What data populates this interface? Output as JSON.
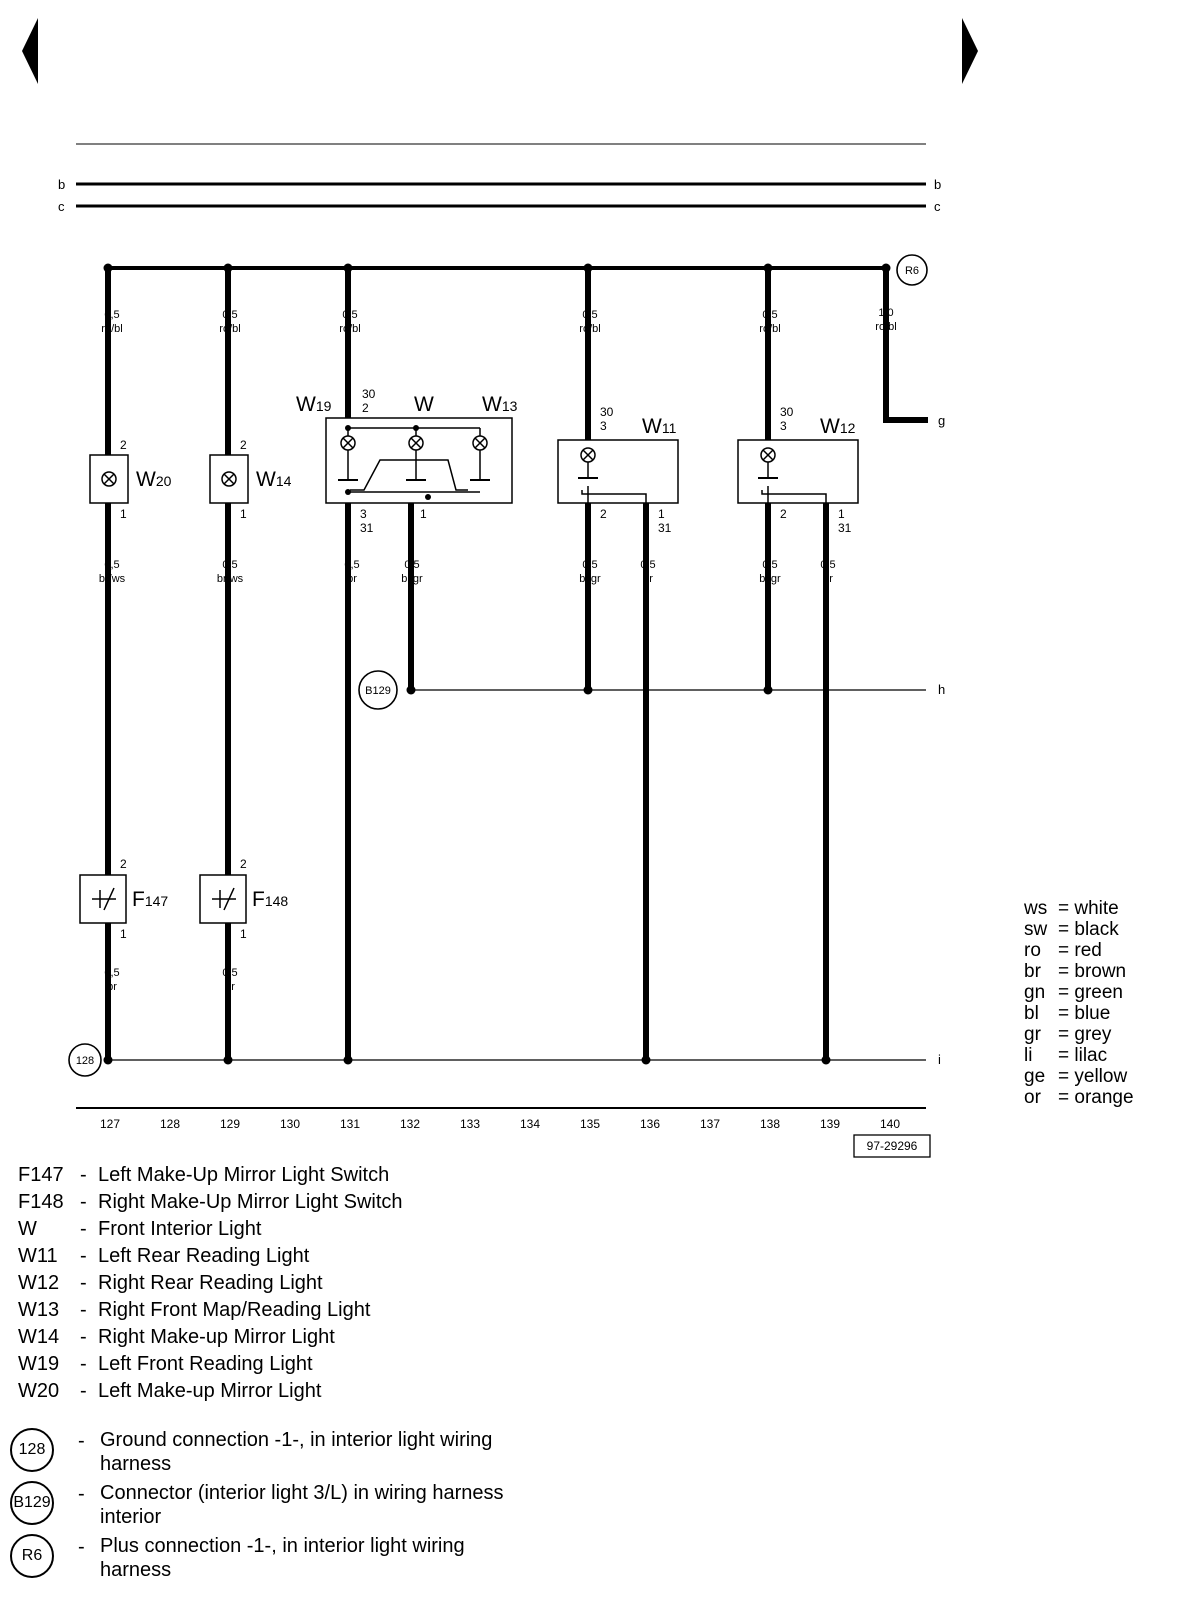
{
  "header": {
    "prev_arrow_icon": "triangle-left-icon",
    "next_arrow_icon": "triangle-right-icon"
  },
  "edges": {
    "b": "b",
    "c": "c",
    "g": "g",
    "h": "h",
    "i": "i"
  },
  "wires": {
    "w127_top": [
      "0,5",
      "ro/bl"
    ],
    "w129_top": [
      "0,5",
      "ro/bl"
    ],
    "w131_top": [
      "0,5",
      "ro/bl"
    ],
    "w135_top": [
      "0,5",
      "ro/bl"
    ],
    "w138_top": [
      "0,5",
      "ro/bl"
    ],
    "w140_top": [
      "1,0",
      "ro/bl"
    ],
    "w127_mid": [
      "0,5",
      "br/ws"
    ],
    "w129_mid": [
      "0,5",
      "br/ws"
    ],
    "w131_mid": [
      "0,5",
      "br"
    ],
    "w132_mid": [
      "0,5",
      "bl/gr"
    ],
    "w135_mid": [
      "0,5",
      "bl/gr"
    ],
    "w136_mid": [
      "0,5",
      "br"
    ],
    "w138_mid": [
      "0,5",
      "bl/gr"
    ],
    "w139_mid": [
      "0,5",
      "br"
    ],
    "w127_bot": [
      "0,5",
      "br"
    ],
    "w129_bot": [
      "0,5",
      "br"
    ]
  },
  "pins": {
    "W20_top": "2",
    "W20_bot": "1",
    "W14_top": "2",
    "W14_bot": "1",
    "F147_top": "2",
    "F147_bot": "1",
    "F148_top": "2",
    "F148_bot": "1",
    "W19_top_a": "30",
    "W19_top_b": "2",
    "W19_bot_a": "3",
    "W19_bot_b": "31",
    "W_bot": "1",
    "W11_top_a": "30",
    "W11_top_b": "3",
    "W11_bot_left": "2",
    "W11_bot_right_a": "1",
    "W11_bot_right_b": "31",
    "W12_top_a": "30",
    "W12_top_b": "3",
    "W12_bot_left": "2",
    "W12_bot_right_a": "1",
    "W12_bot_right_b": "31"
  },
  "components": {
    "W20": {
      "letter": "W",
      "sub": "20"
    },
    "W14": {
      "letter": "W",
      "sub": "14"
    },
    "W19": {
      "letter": "W",
      "sub": "19"
    },
    "W": {
      "letter": "W",
      "sub": ""
    },
    "W13": {
      "letter": "W",
      "sub": "13"
    },
    "W11": {
      "letter": "W",
      "sub": "11"
    },
    "W12": {
      "letter": "W",
      "sub": "12"
    },
    "F147": {
      "letter": "F",
      "sub": "147"
    },
    "F148": {
      "letter": "F",
      "sub": "148"
    }
  },
  "connectors": {
    "R6": "R6",
    "B129": "B129",
    "c128": "128"
  },
  "columns": [
    "127",
    "128",
    "129",
    "130",
    "131",
    "132",
    "133",
    "134",
    "135",
    "136",
    "137",
    "138",
    "139",
    "140"
  ],
  "drawing_number": "97-29296",
  "color_legend": [
    {
      "code": "ws",
      "meaning": "= white"
    },
    {
      "code": "sw",
      "meaning": "= black"
    },
    {
      "code": "ro",
      "meaning": "= red"
    },
    {
      "code": "br",
      "meaning": "= brown"
    },
    {
      "code": "gn",
      "meaning": "= green"
    },
    {
      "code": "bl",
      "meaning": "= blue"
    },
    {
      "code": "gr",
      "meaning": "= grey"
    },
    {
      "code": "li",
      "meaning": "= lilac"
    },
    {
      "code": "ge",
      "meaning": "= yellow"
    },
    {
      "code": "or",
      "meaning": "= orange"
    }
  ],
  "component_legend": [
    {
      "code": "F147",
      "dash": "-",
      "text": "Left Make-Up Mirror Light Switch"
    },
    {
      "code": "F148",
      "dash": "-",
      "text": "Right Make-Up Mirror Light Switch"
    },
    {
      "code": "W",
      "dash": "-",
      "text": "Front Interior Light"
    },
    {
      "code": "W11",
      "dash": "-",
      "text": "Left Rear Reading Light"
    },
    {
      "code": "W12",
      "dash": "-",
      "text": "Right Rear Reading Light"
    },
    {
      "code": "W13",
      "dash": "-",
      "text": "Right Front Map/Reading Light"
    },
    {
      "code": "W14",
      "dash": "-",
      "text": "Right Make-up Mirror Light"
    },
    {
      "code": "W19",
      "dash": "-",
      "text": "Left Front Reading Light"
    },
    {
      "code": "W20",
      "dash": "-",
      "text": "Left Make-up Mirror Light"
    }
  ],
  "connector_legend": [
    {
      "badge": "128",
      "dash": "-",
      "line1": "Ground connection -1-, in interior light wiring",
      "line2": "harness"
    },
    {
      "badge": "B129",
      "dash": "-",
      "line1": "Connector (interior light 3/L) in wiring harness",
      "line2": "interior"
    },
    {
      "badge": "R6",
      "dash": "-",
      "line1": "Plus connection -1-, in interior light wiring",
      "line2": "harness"
    }
  ]
}
